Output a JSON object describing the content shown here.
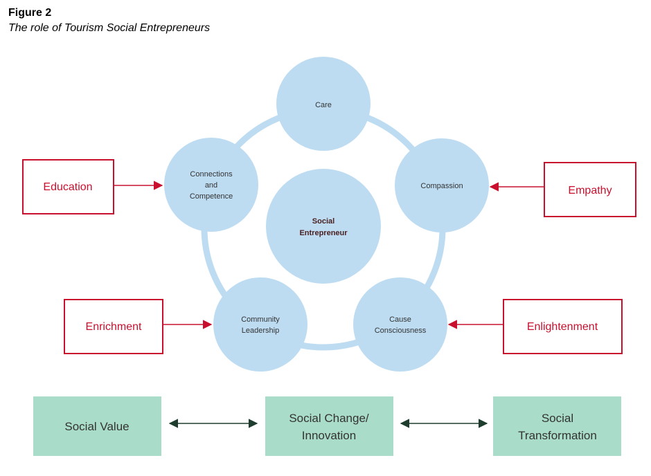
{
  "figure": {
    "label": "Figure 2",
    "caption": "The role of Tourism Social Entrepreneurs"
  },
  "center": {
    "lines": [
      "Social",
      "Entrepreneur"
    ]
  },
  "outer_circles": [
    {
      "id": "care",
      "lines": [
        "Care"
      ]
    },
    {
      "id": "compassion",
      "lines": [
        "Compassion"
      ]
    },
    {
      "id": "cause-consciousness",
      "lines": [
        "Cause",
        "Consciousness"
      ]
    },
    {
      "id": "community-leadership",
      "lines": [
        "Community",
        "Leadership"
      ]
    },
    {
      "id": "connections-competence",
      "lines": [
        "Connections",
        "and",
        "Competence"
      ]
    }
  ],
  "inputs": [
    {
      "id": "education",
      "label": "Education",
      "target": "connections-competence"
    },
    {
      "id": "empathy",
      "label": "Empathy",
      "target": "compassion"
    },
    {
      "id": "enrichment",
      "label": "Enrichment",
      "target": "community-leadership"
    },
    {
      "id": "enlightenment",
      "label": "Enlightenment",
      "target": "cause-consciousness"
    }
  ],
  "outcomes": [
    {
      "id": "social-value",
      "lines": [
        "Social Value"
      ]
    },
    {
      "id": "social-change",
      "lines": [
        "Social Change/",
        "Innovation"
      ]
    },
    {
      "id": "social-transformation",
      "lines": [
        "Social",
        "Transformation"
      ]
    }
  ],
  "colors": {
    "circle": "#bddcf2",
    "ring": "#bddcf2",
    "red": "#c8102e",
    "green_box": "#a9dcc9",
    "dark_arrow": "#1f3d2e"
  }
}
